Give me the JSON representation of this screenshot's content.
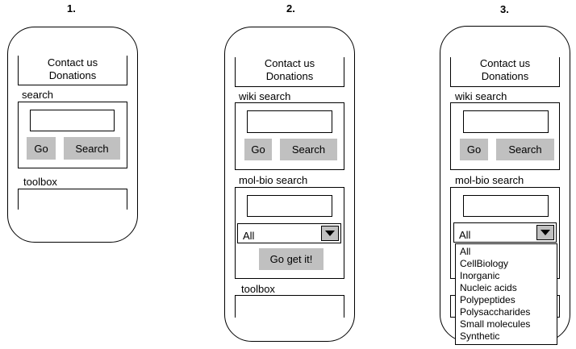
{
  "mockups": [
    {
      "number": "1.",
      "nav": [
        "Contact us",
        "Donations"
      ],
      "search_label": "search",
      "go_label": "Go",
      "search_button": "Search",
      "toolbox_label": "toolbox"
    },
    {
      "number": "2.",
      "nav": [
        "Contact us",
        "Donations"
      ],
      "search_label": "wiki search",
      "go_label": "Go",
      "search_button": "Search",
      "molbio_label": "mol-bio search",
      "select_value": "All",
      "submit_label": "Go get it!",
      "toolbox_label": "toolbox"
    },
    {
      "number": "3.",
      "nav": [
        "Contact us",
        "Donations"
      ],
      "search_label": "wiki search",
      "go_label": "Go",
      "search_button": "Search",
      "molbio_label": "mol-bio search",
      "select_value": "All",
      "options": [
        "All",
        "CellBiology",
        "Inorganic",
        "Nucleic acids",
        "Polypeptides",
        "Polysaccharides",
        "Small molecules",
        "Synthetic"
      ]
    }
  ],
  "colors": {
    "button": "#c0c0c0",
    "border": "#000000",
    "background": "#ffffff"
  }
}
